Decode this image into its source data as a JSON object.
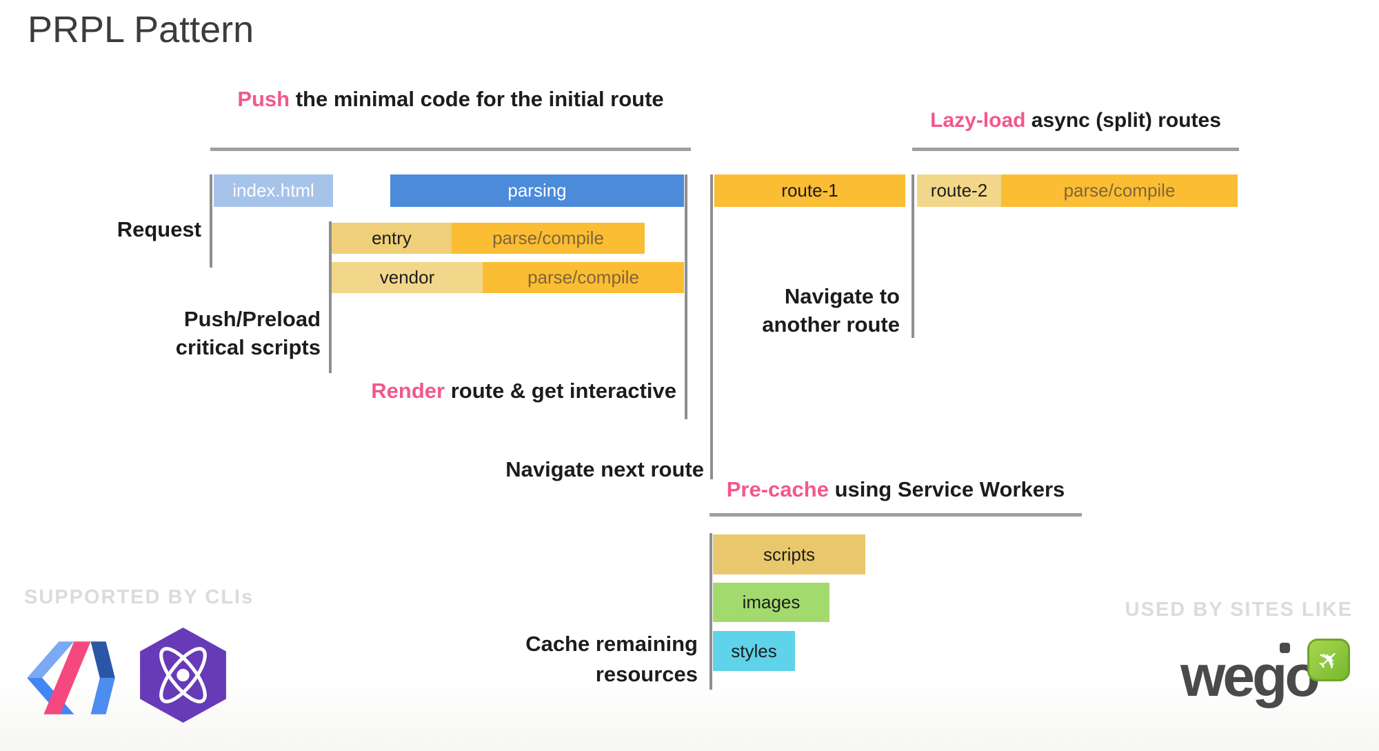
{
  "slide_title": "PRPL Pattern",
  "headers": {
    "push": {
      "highlight": "Push",
      "rest": " the minimal code for the initial route"
    },
    "lazy_load": {
      "highlight": "Lazy-load",
      "rest": " async (split) routes"
    },
    "pre_cache": {
      "highlight": "Pre-cache",
      "rest": " using Service Workers"
    }
  },
  "annotations": {
    "request": "Request",
    "push_preload_line1": "Push/Preload",
    "push_preload_line2": "critical scripts",
    "render": {
      "highlight": "Render",
      "rest": " route & get interactive"
    },
    "navigate_next": "Navigate next route",
    "navigate_another_line1": "Navigate to",
    "navigate_another_line2": "another route",
    "cache_remaining_line1": "Cache remaining",
    "cache_remaining_line2": "resources"
  },
  "bars": {
    "index_html": "index.html",
    "parsing": "parsing",
    "route_1": "route-1",
    "route_2": "route-2",
    "route_2_parse": "parse/compile",
    "entry": "entry",
    "entry_parse": "parse/compile",
    "vendor": "vendor",
    "vendor_parse": "parse/compile",
    "scripts": "scripts",
    "images": "images",
    "styles": "styles"
  },
  "footer": {
    "supported_by": "SUPPORTED BY CLIs",
    "used_by": "USED BY SITES LIKE",
    "wego_wordmark": "wego",
    "icons": [
      "polymer-logo",
      "preact-logo",
      "wego-airplane-icon"
    ]
  },
  "colors": {
    "accent_pink": "#F2578D",
    "bar_blue_light": "#A6C3E9",
    "bar_blue": "#4C8BD9",
    "bar_amber": "#FBBD33",
    "bar_amber_light_entry": "#EFCF79",
    "bar_amber_light": "#F2D78A",
    "bar_gold_muted": "#E9C86D",
    "bar_green": "#A3DA6E",
    "bar_cyan": "#5ED3E9",
    "parse_label_brown": "#806539",
    "divider_gray": "#8E8E8E",
    "underline_gray": "#9E9E9E",
    "watermark_gray": "#DBDBDB",
    "wego_gray": "#4A4A4A",
    "wego_green": "#8DC63F",
    "preact_purple": "#673AB8",
    "text_black": "#1C1C1C"
  }
}
